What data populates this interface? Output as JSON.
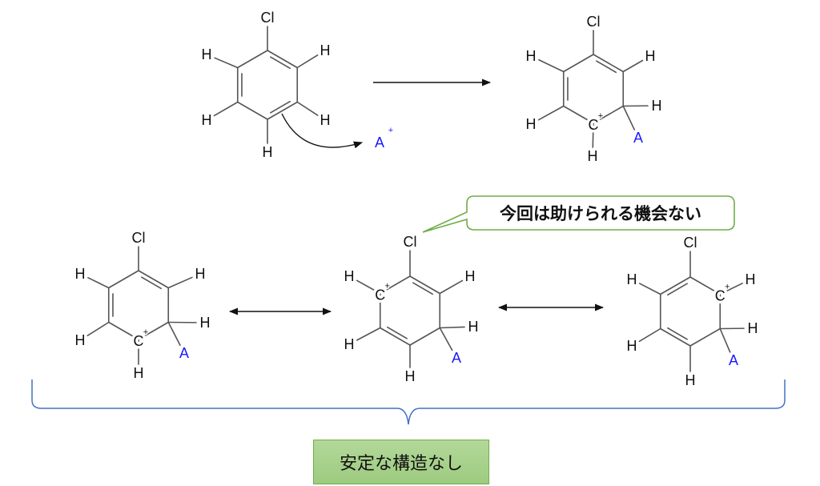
{
  "reagent": {
    "symbol": "A",
    "charge": "+"
  },
  "cation_charge": "+",
  "cation_carbon": "C",
  "molecules": [
    {
      "name": "chlorobenzene",
      "atoms": [
        "Cl",
        "H",
        "H",
        "H",
        "H",
        "H"
      ]
    },
    {
      "name": "sigma-complex",
      "atoms": [
        "Cl",
        "H",
        "H",
        "H",
        "H",
        "A",
        "H"
      ]
    },
    {
      "name": "resonance-1",
      "atoms": [
        "Cl",
        "H",
        "H",
        "H",
        "H",
        "A",
        "H"
      ]
    },
    {
      "name": "resonance-2",
      "atoms": [
        "Cl",
        "H",
        "H",
        "H",
        "H",
        "A",
        "H"
      ]
    },
    {
      "name": "resonance-3",
      "atoms": [
        "Cl",
        "H",
        "H",
        "H",
        "H",
        "A",
        "H"
      ]
    }
  ],
  "callout": {
    "text": "今回は助けられる機会ない"
  },
  "conclusion": {
    "text": "安定な構造なし"
  },
  "colors": {
    "bond": "#555555",
    "reagent": "#1a1aff",
    "brace": "#4472c4",
    "callout_border": "#70ad47",
    "box_fill": "#a9d18e"
  }
}
